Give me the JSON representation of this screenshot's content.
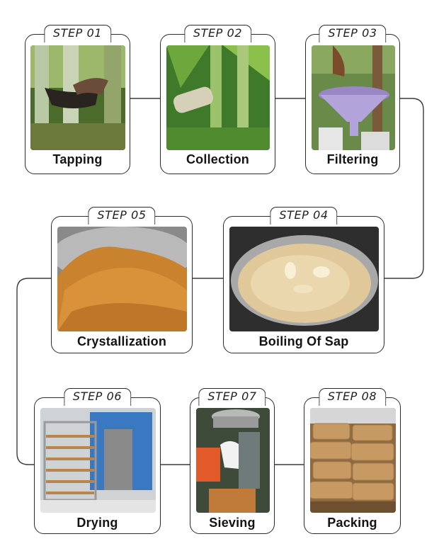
{
  "steps": [
    {
      "tag": "STEP 01",
      "name": "Tapping",
      "image": "tapping-photo"
    },
    {
      "tag": "STEP 02",
      "name": "Collection",
      "image": "collection-photo"
    },
    {
      "tag": "STEP 03",
      "name": "Filtering",
      "image": "filtering-photo"
    },
    {
      "tag": "STEP 04",
      "name": "Boiling Of Sap",
      "image": "boiling-photo"
    },
    {
      "tag": "STEP 05",
      "name": "Crystallization",
      "image": "crystallization-photo"
    },
    {
      "tag": "STEP 06",
      "name": "Drying",
      "image": "drying-photo"
    },
    {
      "tag": "STEP 07",
      "name": "Sieving",
      "image": "sieving-photo"
    },
    {
      "tag": "STEP 08",
      "name": "Packing",
      "image": "packing-photo"
    }
  ],
  "colors": {
    "border": "#2b2b2b",
    "connector": "#3a3a3a",
    "label": "#141414"
  }
}
